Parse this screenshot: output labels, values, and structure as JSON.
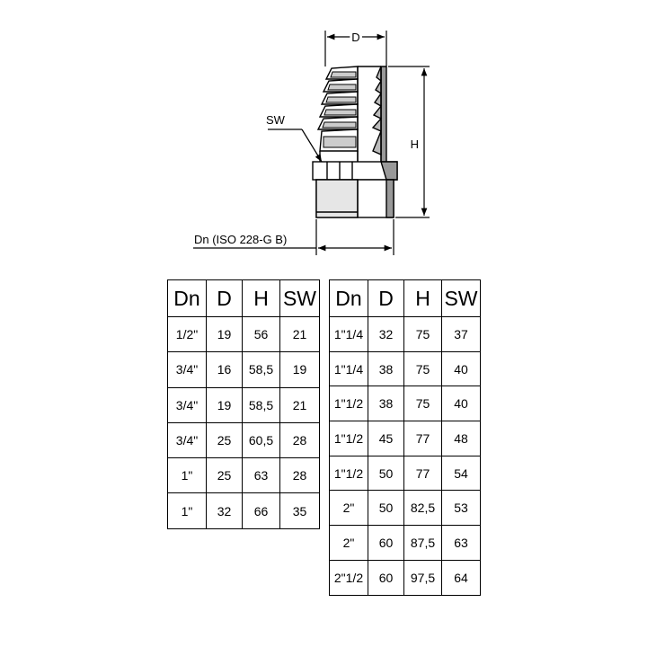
{
  "drawing": {
    "dim_d": "D",
    "dim_h": "H",
    "dim_sw": "SW",
    "dim_dn": "Dn (ISO 228-G B)"
  },
  "tables": {
    "headers": [
      "Dn",
      "D",
      "H",
      "SW"
    ],
    "left": [
      [
        "1/2\"",
        "19",
        "56",
        "21"
      ],
      [
        "3/4\"",
        "16",
        "58,5",
        "19"
      ],
      [
        "3/4\"",
        "19",
        "58,5",
        "21"
      ],
      [
        "3/4\"",
        "25",
        "60,5",
        "28"
      ],
      [
        "1\"",
        "25",
        "63",
        "28"
      ],
      [
        "1\"",
        "32",
        "66",
        "35"
      ]
    ],
    "right": [
      [
        "1\"1/4",
        "32",
        "75",
        "37"
      ],
      [
        "1\"1/4",
        "38",
        "75",
        "40"
      ],
      [
        "1\"1/2",
        "38",
        "75",
        "40"
      ],
      [
        "1\"1/2",
        "45",
        "77",
        "48"
      ],
      [
        "1\"1/2",
        "50",
        "77",
        "54"
      ],
      [
        "2\"",
        "50",
        "82,5",
        "53"
      ],
      [
        "2\"",
        "60",
        "87,5",
        "63"
      ],
      [
        "2\"1/2",
        "60",
        "97,5",
        "64"
      ]
    ]
  }
}
